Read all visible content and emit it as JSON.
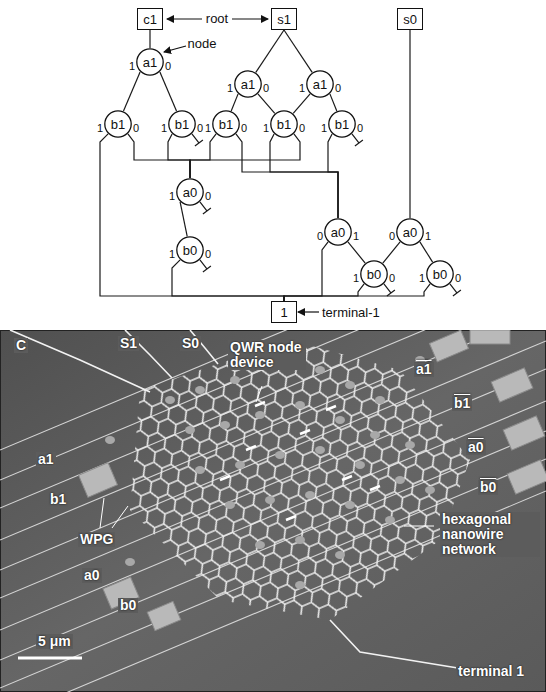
{
  "diagram": {
    "nodes": [
      {
        "text": [
          "c1"
        ]
      },
      {
        "text": [
          "s1"
        ]
      },
      {
        "text": [
          "s0"
        ]
      },
      {
        "text": [
          "a1"
        ]
      },
      {
        "text": [
          "a1"
        ]
      },
      {
        "text": [
          "a1"
        ]
      },
      {
        "text": [
          "b1"
        ]
      },
      {
        "text": [
          "b1"
        ]
      },
      {
        "text": [
          "b1"
        ]
      },
      {
        "text": [
          "b1"
        ]
      },
      {
        "text": [
          "b1"
        ]
      },
      {
        "text": [
          "a0"
        ]
      },
      {
        "text": [
          "a0"
        ]
      },
      {
        "text": [
          "a0"
        ]
      },
      {
        "text": [
          "b0"
        ]
      },
      {
        "text": [
          "b0"
        ]
      },
      {
        "text": [
          "b0"
        ]
      },
      {
        "text": [
          "1"
        ]
      }
    ],
    "edges": [
      {
        "from": 0,
        "to": 3,
        "arrow": "none"
      },
      {
        "from": 1,
        "to": 4,
        "arrow": "none"
      },
      {
        "from": 1,
        "to": 5,
        "arrow": "none"
      },
      {
        "from": 2,
        "to": 13,
        "arrow": "none"
      },
      {
        "from": 3,
        "to": 6,
        "arrow": "none"
      },
      {
        "from": 3,
        "to": 7,
        "arrow": "none"
      },
      {
        "from": 4,
        "to": 8,
        "arrow": "none"
      },
      {
        "from": 4,
        "to": 9,
        "arrow": "none"
      },
      {
        "from": 5,
        "to": 9,
        "arrow": "none"
      },
      {
        "from": 5,
        "to": 10,
        "arrow": "none"
      },
      {
        "from": 6,
        "to": 17,
        "arrow": "none"
      },
      {
        "from": 6,
        "to": 11,
        "arrow": "none"
      },
      {
        "from": 7,
        "to": 11,
        "arrow": "none"
      },
      {
        "from": 8,
        "to": 11,
        "arrow": "none"
      },
      {
        "from": 8,
        "to": 12,
        "arrow": "none"
      },
      {
        "from": 9,
        "to": 12,
        "arrow": "none"
      },
      {
        "from": 9,
        "to": 11,
        "arrow": "none"
      },
      {
        "from": 10,
        "to": 12,
        "arrow": "none"
      },
      {
        "from": 11,
        "to": 14,
        "arrow": "none"
      },
      {
        "from": 14,
        "to": 17,
        "arrow": "none"
      },
      {
        "from": 12,
        "to": 17,
        "arrow": "none"
      },
      {
        "from": 12,
        "to": 15,
        "arrow": "none"
      },
      {
        "from": 13,
        "to": 15,
        "arrow": "none"
      },
      {
        "from": 13,
        "to": 16,
        "arrow": "none"
      },
      {
        "from": 15,
        "to": 17,
        "arrow": "none"
      },
      {
        "from": 16,
        "to": 17,
        "arrow": "none"
      }
    ],
    "labels": [
      "root",
      "node",
      "terminal-1",
      "1",
      "0",
      "1",
      "0",
      "1",
      "0",
      "1",
      "0",
      "1",
      "0",
      "1",
      "0",
      "1",
      "0",
      "1",
      "0",
      "1",
      "0",
      "0",
      "1",
      "0",
      "1",
      "1",
      "0",
      "1",
      "0",
      "1",
      "0",
      "C",
      "S1",
      "S0",
      "QWR node device",
      "a1",
      "b1",
      "a0",
      "b0",
      "a1",
      "b1",
      "WPG",
      "a0",
      "b0",
      "hexagonal nanowire network",
      "5 μm",
      "terminal 1"
    ]
  }
}
